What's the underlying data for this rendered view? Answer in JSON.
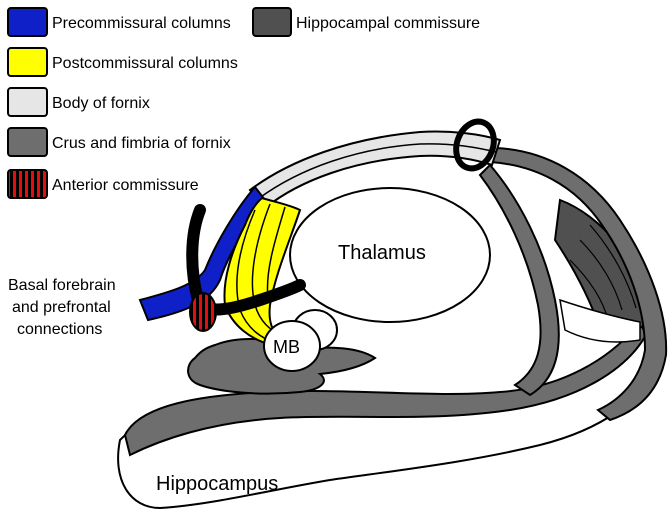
{
  "colors": {
    "precommissural": "#1020c8",
    "postcommissural": "#ffff00",
    "body_of_fornix": "#e6e6e6",
    "crus_fimbria": "#6e6e6e",
    "hippocampal_commissure": "#505050",
    "anterior_commissure_red": "#e01010",
    "anterior_commissure_black": "#000000",
    "outline": "#000000",
    "white_fill": "#ffffff",
    "background": "#ffffff"
  },
  "legend": {
    "precommissural": "Precommissural columns",
    "hippocampal_commissure": "Hippocampal commissure",
    "postcommissural": "Postcommissural columns",
    "body_of_fornix": "Body of fornix",
    "crus_fimbria": "Crus and fimbria of fornix",
    "anterior_commissure": "Anterior commissure"
  },
  "labels": {
    "thalamus": "Thalamus",
    "mammillary_body": "MB",
    "hippocampus": "Hippocampus",
    "basal_forebrain_line1": "Basal forebrain",
    "basal_forebrain_line2": "and prefrontal",
    "basal_forebrain_line3": "connections"
  }
}
